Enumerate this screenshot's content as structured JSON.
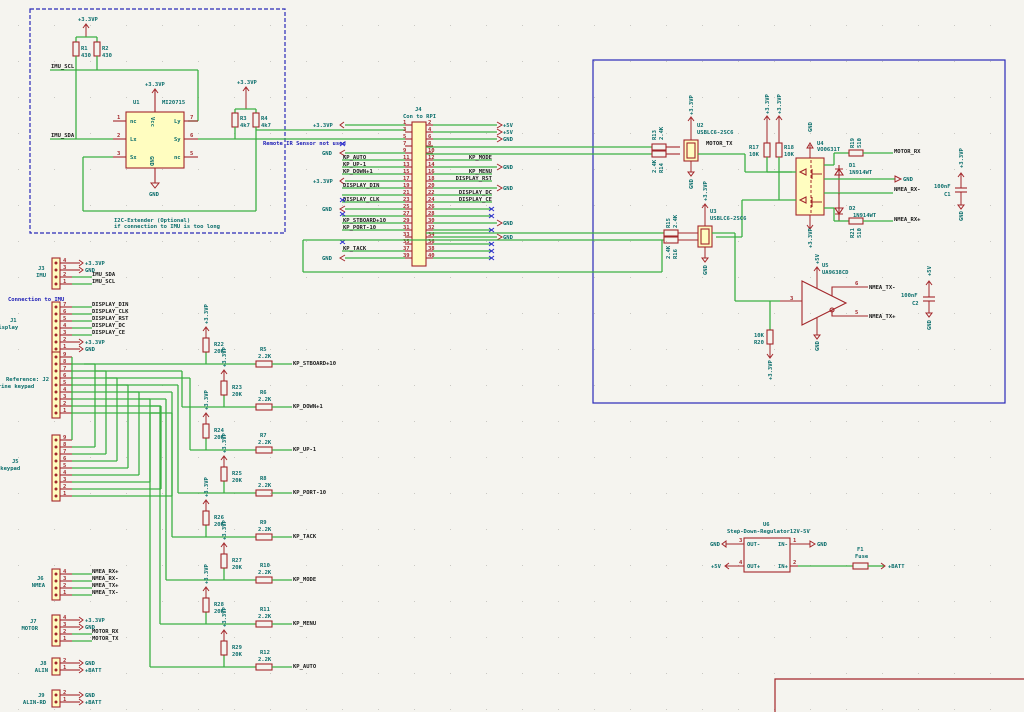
{
  "imu_block": {
    "note_line1": "I2C-Extender (Optional)",
    "note_line2": "if connection to IMU is too long",
    "power": "+3.3VP",
    "gnd": "GND",
    "r1": {
      "ref": "R1",
      "value": "430"
    },
    "r2": {
      "ref": "R2",
      "value": "430"
    },
    "r3": {
      "ref": "R3",
      "value": "4k7"
    },
    "r4": {
      "ref": "R4",
      "value": "4k7"
    },
    "u1": {
      "ref": "U1",
      "value": "MI20715",
      "pins_left": [
        "nc",
        "Lx",
        "Sx"
      ],
      "pins_right": [
        "Ly",
        "Sy",
        "nc"
      ],
      "pin_top": "Vcc",
      "pin_bottom": "GND",
      "pin_nums_left": [
        "1",
        "2",
        "3"
      ],
      "pin_nums_right": [
        "7",
        "6",
        "5"
      ]
    },
    "net_scl": "IMU_SCL",
    "net_sda": "IMU_SDA",
    "note_remote": "Remote IR Sensor not used"
  },
  "j4": {
    "ref": "J4",
    "value": "Con to RPI",
    "left_labels": [
      "+3.3VP",
      "",
      "",
      "",
      "GND",
      "KP_AUTO",
      "KP_UP-1",
      "KP_DOWN+1",
      "+3.3VP",
      "DISPLAY_DIN",
      "",
      "DISPLAY_CLK",
      "GND",
      "",
      "KP_STBOARD+10",
      "KP_PORT-10",
      "",
      "",
      "KP_TACK",
      "GND"
    ],
    "right_labels": [
      "+5V",
      "+5V",
      "GND",
      "",
      "",
      "KP_MODE",
      "GND",
      "KP_MENU",
      "DISPLAY_RST",
      "GND",
      "DISPLAY_DC",
      "DISPLAY_CE",
      "",
      "",
      "GND",
      "",
      "GND",
      "",
      "",
      ""
    ],
    "pin_odd": [
      "1",
      "3",
      "5",
      "7",
      "9",
      "11",
      "13",
      "15",
      "17",
      "19",
      "21",
      "23",
      "25",
      "27",
      "29",
      "31",
      "33",
      "35",
      "37",
      "39"
    ],
    "pin_even": [
      "2",
      "4",
      "6",
      "8",
      "10",
      "12",
      "14",
      "16",
      "18",
      "20",
      "22",
      "24",
      "26",
      "28",
      "30",
      "32",
      "34",
      "36",
      "38",
      "40"
    ]
  },
  "connectors": [
    {
      "ref": "J3",
      "value": "IMU",
      "pins": [
        "4",
        "3",
        "2",
        "1"
      ],
      "nets": [
        "+3.3VP",
        "GND",
        "IMU_SDA",
        "IMU_SCL"
      ]
    },
    {
      "ref": "J1",
      "value": "Con Display",
      "pins": [
        "7",
        "6",
        "5",
        "4",
        "3",
        "2",
        "1"
      ],
      "nets": [
        "DISPLAY_DIN",
        "DISPLAY_CLK",
        "DISPLAY_RST",
        "DISPLAY_DC",
        "DISPLAY_CE",
        "+3.3VP",
        "GND"
      ]
    },
    {
      "ref": "J2",
      "value": "Raymarine keypad",
      "label_prefix": "Reference: J2",
      "pins": [
        "9",
        "8",
        "7",
        "6",
        "5",
        "4",
        "3",
        "2",
        "1"
      ]
    },
    {
      "ref": "J5",
      "value": "Radio keypad",
      "pins": [
        "9",
        "8",
        "7",
        "6",
        "5",
        "4",
        "3",
        "2",
        "1"
      ]
    },
    {
      "ref": "J6",
      "value": "NMEA",
      "pins": [
        "4",
        "3",
        "2",
        "1"
      ],
      "nets": [
        "NMEA_RX+",
        "NMEA_RX-",
        "NMEA_TX+",
        "NMEA_TX-"
      ]
    },
    {
      "ref": "J7",
      "value": "MOTOR",
      "pins": [
        "4",
        "3",
        "2",
        "1"
      ],
      "nets": [
        "+3.3VP",
        "GND",
        "MOTOR_RX",
        "MOTOR_TX"
      ]
    },
    {
      "ref": "J8",
      "value": "ALIN",
      "pins": [
        "2",
        "1"
      ],
      "nets": [
        "GND",
        "+BATT"
      ]
    },
    {
      "ref": "J9",
      "value": "ALIN-RD",
      "pins": [
        "2",
        "1"
      ],
      "nets": [
        "GND",
        "+BATT"
      ]
    }
  ],
  "conn_to_imu_label": "Connection to IMU",
  "keypad_rows": [
    {
      "pullup": "R22",
      "pullup_val": "20K",
      "series": "R5",
      "series_val": "2.2K",
      "net": "KP_STBOARD+10"
    },
    {
      "pullup": "R23",
      "pullup_val": "20K",
      "series": "R6",
      "series_val": "2.2K",
      "net": "KP_DOWN+1"
    },
    {
      "pullup": "R24",
      "pullup_val": "20K",
      "series": "R7",
      "series_val": "2.2K",
      "net": "KP_UP-1"
    },
    {
      "pullup": "R25",
      "pullup_val": "20K",
      "series": "R8",
      "series_val": "2.2K",
      "net": "KP_PORT-10"
    },
    {
      "pullup": "R26",
      "pullup_val": "20K",
      "series": "R9",
      "series_val": "2.2K",
      "net": "KP_TACK"
    },
    {
      "pullup": "R27",
      "pullup_val": "20K",
      "series": "R10",
      "series_val": "2.2K",
      "net": "KP_MODE"
    },
    {
      "pullup": "R28",
      "pullup_val": "20K",
      "series": "R11",
      "series_val": "2.2K",
      "net": "KP_MENU"
    },
    {
      "pullup": "R29",
      "pullup_val": "20K",
      "series": "R12",
      "series_val": "2.2K",
      "net": "KP_AUTO"
    }
  ],
  "interface_block": {
    "u2": {
      "ref": "U2",
      "value": "USBLC6-2SC6"
    },
    "u3": {
      "ref": "U3",
      "value": "USBLC6-2SC6"
    },
    "u4": {
      "ref": "U4",
      "value": "VO0631T"
    },
    "u5": {
      "ref": "U5",
      "value": "UA9638CD"
    },
    "r13": {
      "ref": "R13",
      "value": "2.4K"
    },
    "r14": {
      "ref": "R14",
      "value": "2.4K"
    },
    "r15": {
      "ref": "R15",
      "value": "2.4K"
    },
    "r16": {
      "ref": "R16",
      "value": "2.4K"
    },
    "r17": {
      "ref": "R17",
      "value": "10K"
    },
    "r18": {
      "ref": "R18",
      "value": "10K"
    },
    "r19": {
      "ref": "R19",
      "value": "510"
    },
    "r20": {
      "ref": "R20",
      "value": "10K"
    },
    "r21": {
      "ref": "R21",
      "value": "510"
    },
    "d1": {
      "ref": "D1",
      "value": "1N914WT"
    },
    "d2": {
      "ref": "D2",
      "value": "1N914WT"
    },
    "c1": {
      "ref": "C1",
      "value": "100nF"
    },
    "c2": {
      "ref": "C2",
      "value": "100nF"
    },
    "nets": {
      "motor_tx": "MOTOR_TX",
      "motor_rx": "MOTOR_RX",
      "nmea_rx_minus": "NMEA_RX-",
      "nmea_rx_plus": "NMEA_RX+",
      "nmea_tx_minus": "NMEA_TX-",
      "nmea_tx_plus": "NMEA_TX+",
      "gnd": "GND",
      "p33": "+3.3VP",
      "p5": "+5V"
    }
  },
  "regulator": {
    "ref": "U6",
    "value": "Step-Down-Regulator12V-5V",
    "pins": {
      "out_minus": "OUT-",
      "out_plus": "OUT+",
      "in_minus": "IN-",
      "in_plus": "IN+"
    },
    "pin_nums": {
      "out_minus": "3",
      "out_plus": "4",
      "in_minus": "1",
      "in_plus": "2"
    },
    "fuse": {
      "ref": "F1",
      "value": "Fuse"
    },
    "nets": {
      "gnd": "GND",
      "p5": "+5V",
      "batt": "+BATT"
    }
  }
}
